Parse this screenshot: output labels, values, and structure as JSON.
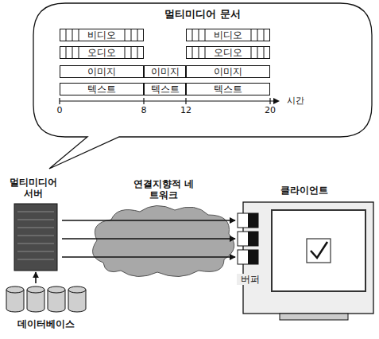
{
  "diagram": {
    "nodes": [
      {
        "text": [
          "멀티미디어 문서"
        ]
      },
      {
        "text": [
          "비디오"
        ],
        "in": 0
      },
      {
        "text": [
          "비디오"
        ],
        "in": 0
      },
      {
        "text": [
          "오디오"
        ],
        "in": 0
      },
      {
        "text": [
          "오디오"
        ],
        "in": 0
      },
      {
        "text": [
          "이미지"
        ],
        "in": 0
      },
      {
        "text": [
          "이미지"
        ],
        "in": 0
      },
      {
        "text": [
          "이미지"
        ],
        "in": 0
      },
      {
        "text": [
          "텍스트"
        ],
        "in": 0
      },
      {
        "text": [
          "텍스트"
        ],
        "in": 0
      },
      {
        "text": [
          "텍스트"
        ],
        "in": 0
      },
      {
        "text": [
          "멀티미디어 서버"
        ]
      },
      {
        "text": [
          "연결지향적 네트워크"
        ]
      },
      {
        "text": [
          "클라이언트",
          "버퍼"
        ]
      },
      {
        "text": [
          "데이터베이스"
        ]
      }
    ],
    "edges": [
      {
        "from": 14,
        "to": 11,
        "arrow": "to"
      },
      {
        "from": 11,
        "to": 13,
        "arrow": "to"
      },
      {
        "from": 11,
        "to": 13,
        "arrow": "to"
      },
      {
        "from": 11,
        "to": 13,
        "arrow": "to"
      }
    ],
    "labels": [
      "0",
      "8",
      "12",
      "20",
      "시간"
    ]
  }
}
